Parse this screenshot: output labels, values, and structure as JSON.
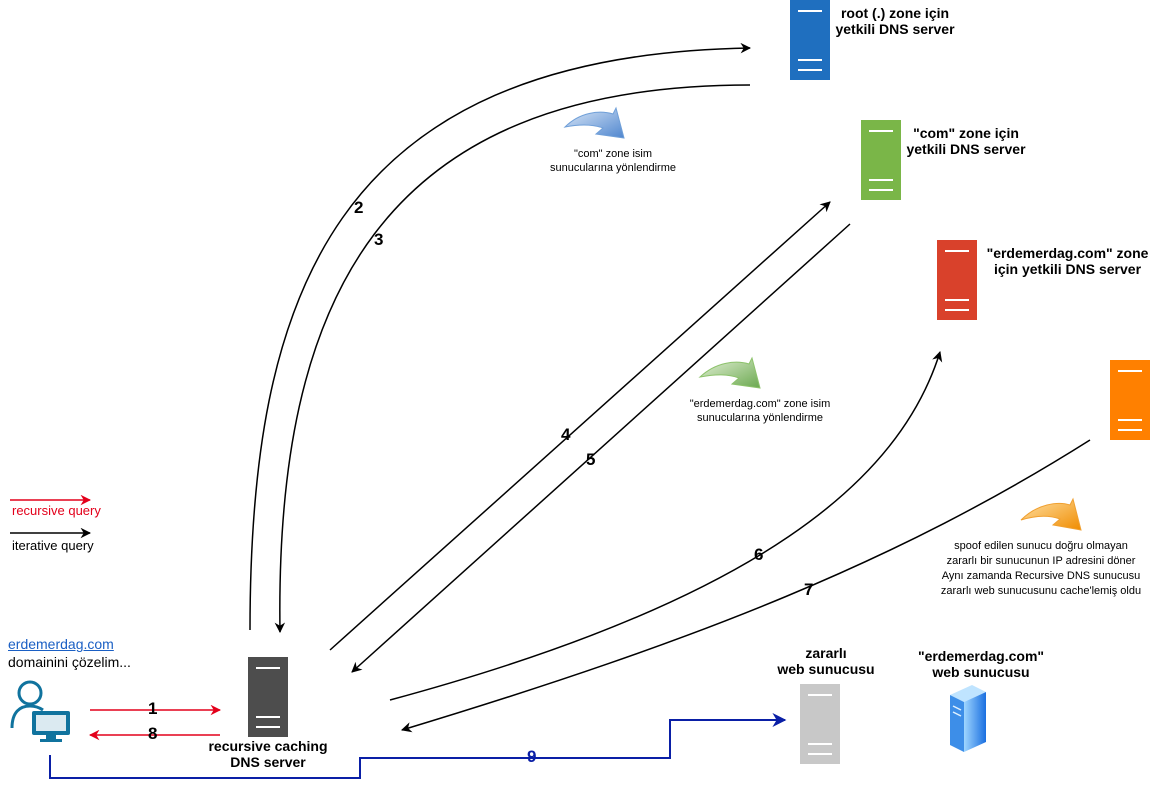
{
  "servers": {
    "root_label_1": "root (.) zone için",
    "root_label_2": "yetkili DNS server",
    "com_label_1": "\"com\" zone için",
    "com_label_2": "yetkili DNS server",
    "erdem_label_1": "\"erdemerdag.com\" zone",
    "erdem_label_2": "için yetkili DNS server",
    "recursive_label_1": "recursive caching",
    "recursive_label_2": "DNS server",
    "malicious_label_1": "zararlı",
    "malicious_label_2": "web sunucusu",
    "web_label_1": "\"erdemerdag.com\"",
    "web_label_2": "web sunucusu"
  },
  "notes": {
    "com_redirect_1": "\"com\" zone isim",
    "com_redirect_2": "sunucularına yönlendirme",
    "erdem_redirect_1": "\"erdemerdag.com\" zone isim",
    "erdem_redirect_2": "sunucularına yönlendirme",
    "spoof_1": "spoof edilen sunucu doğru olmayan",
    "spoof_2": "zararlı bir sunucunun IP adresini döner",
    "spoof_3": "Aynı zamanda Recursive DNS sunucusu",
    "spoof_4": "zararlı web sunucusunu cache'lemiş oldu"
  },
  "client": {
    "domain_link": "erdemerdag.com",
    "resolving_text": "domainini çözelim..."
  },
  "legend": {
    "recursive": "recursive query",
    "iterative": "iterative query"
  },
  "steps": [
    "1",
    "2",
    "3",
    "4",
    "5",
    "6",
    "7",
    "8",
    "9"
  ],
  "colors": {
    "root_server": "#1f6fbf",
    "com_server": "#7ab648",
    "erdem_server": "#d9412b",
    "spoof_server": "#ff8000",
    "recursive_server": "#4d4d4d",
    "malicious_server": "#c8c8c8",
    "recursive_arrow": "#e3001b",
    "iterative_arrow": "#000000",
    "web_path": "#0a1fa6",
    "client_icon": "#10739e"
  }
}
